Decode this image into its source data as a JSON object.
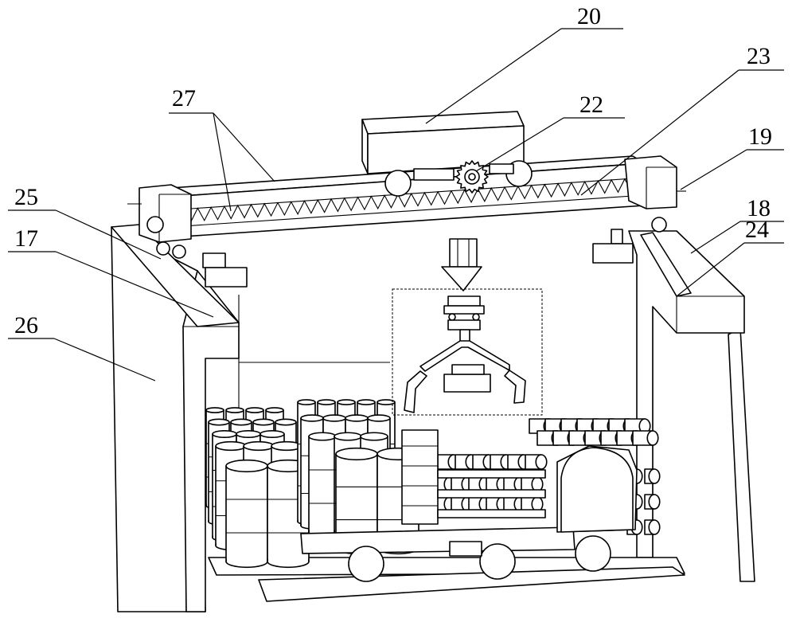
{
  "labels": [
    {
      "id": "20",
      "text": "20"
    },
    {
      "id": "23",
      "text": "23"
    },
    {
      "id": "27",
      "text": "27"
    },
    {
      "id": "22",
      "text": "22"
    },
    {
      "id": "19",
      "text": "19"
    },
    {
      "id": "25",
      "text": "25"
    },
    {
      "id": "18",
      "text": "18"
    },
    {
      "id": "17",
      "text": "17"
    },
    {
      "id": "24",
      "text": "24"
    },
    {
      "id": "26",
      "text": "26"
    }
  ]
}
